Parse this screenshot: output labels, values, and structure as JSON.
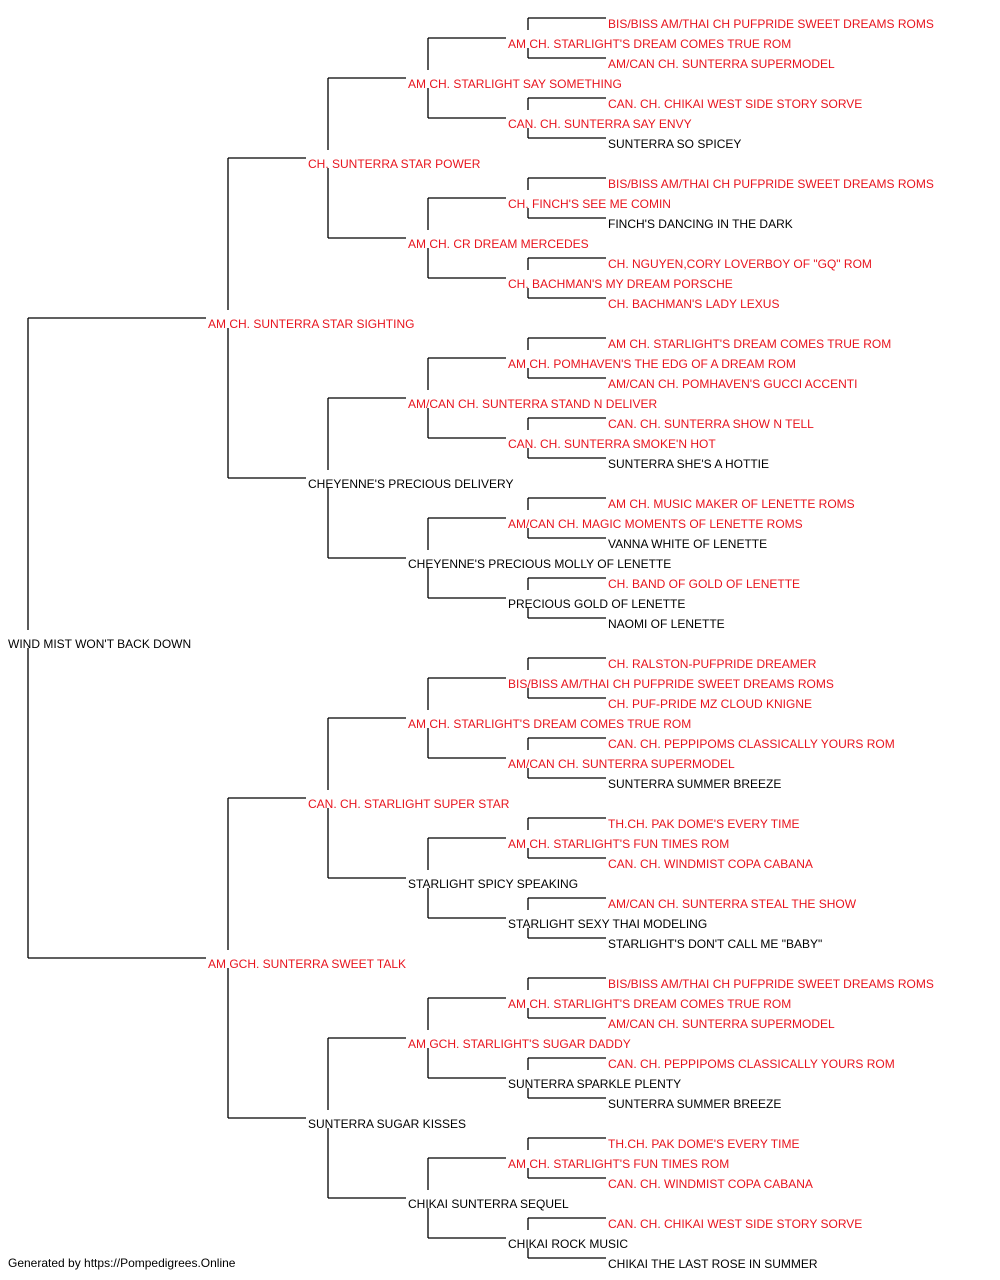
{
  "colors": {
    "titled": "#e8141e",
    "plain": "#000000",
    "line": "#000000"
  },
  "footer": "Generated by https://Pompedigrees.Online",
  "pedigree": {
    "name": "WIND MIST WON'T BACK DOWN",
    "titled": false,
    "sire": {
      "name": "AM CH. SUNTERRA STAR SIGHTING",
      "titled": true,
      "sire": {
        "name": "CH. SUNTERRA STAR POWER",
        "titled": true,
        "sire": {
          "name": "AM CH. STARLIGHT SAY SOMETHING",
          "titled": true,
          "sire": {
            "name": "AM CH. STARLIGHT'S DREAM COMES TRUE ROM",
            "titled": true,
            "sire": {
              "name": "BIS/BISS AM/THAI CH PUFPRIDE SWEET DREAMS ROMS",
              "titled": true
            },
            "dam": {
              "name": "AM/CAN CH. SUNTERRA SUPERMODEL",
              "titled": true
            }
          },
          "dam": {
            "name": "CAN. CH. SUNTERRA SAY ENVY",
            "titled": true,
            "sire": {
              "name": "CAN. CH. CHIKAI WEST SIDE STORY SORVE",
              "titled": true
            },
            "dam": {
              "name": "SUNTERRA SO SPICEY",
              "titled": false
            }
          }
        },
        "dam": {
          "name": "AM CH. CR DREAM MERCEDES",
          "titled": true,
          "sire": {
            "name": "CH. FINCH'S SEE ME COMIN",
            "titled": true,
            "sire": {
              "name": "BIS/BISS AM/THAI CH PUFPRIDE SWEET DREAMS ROMS",
              "titled": true
            },
            "dam": {
              "name": "FINCH'S DANCING IN THE DARK",
              "titled": false
            }
          },
          "dam": {
            "name": "CH. BACHMAN'S MY DREAM PORSCHE",
            "titled": true,
            "sire": {
              "name": "CH. NGUYEN,CORY LOVERBOY OF \"GQ\" ROM",
              "titled": true
            },
            "dam": {
              "name": "CH. BACHMAN'S LADY LEXUS",
              "titled": true
            }
          }
        }
      },
      "dam": {
        "name": "CHEYENNE'S PRECIOUS DELIVERY",
        "titled": false,
        "sire": {
          "name": "AM/CAN CH. SUNTERRA STAND N DELIVER",
          "titled": true,
          "sire": {
            "name": "AM CH. POMHAVEN'S THE EDG OF A DREAM ROM",
            "titled": true,
            "sire": {
              "name": "AM CH. STARLIGHT'S DREAM COMES TRUE ROM",
              "titled": true
            },
            "dam": {
              "name": "AM/CAN CH. POMHAVEN'S GUCCI ACCENTI",
              "titled": true
            }
          },
          "dam": {
            "name": "CAN. CH. SUNTERRA SMOKE'N HOT",
            "titled": true,
            "sire": {
              "name": "CAN. CH. SUNTERRA SHOW N TELL",
              "titled": true
            },
            "dam": {
              "name": "SUNTERRA SHE'S A HOTTIE",
              "titled": false
            }
          }
        },
        "dam": {
          "name": "CHEYENNE'S PRECIOUS MOLLY OF LENETTE",
          "titled": false,
          "sire": {
            "name": "AM/CAN CH. MAGIC MOMENTS OF LENETTE ROMS",
            "titled": true,
            "sire": {
              "name": "AM CH. MUSIC MAKER OF LENETTE ROMS",
              "titled": true
            },
            "dam": {
              "name": "VANNA WHITE OF LENETTE",
              "titled": false
            }
          },
          "dam": {
            "name": "PRECIOUS GOLD OF LENETTE",
            "titled": false,
            "sire": {
              "name": "CH. BAND OF GOLD OF LENETTE",
              "titled": true
            },
            "dam": {
              "name": "NAOMI OF LENETTE",
              "titled": false
            }
          }
        }
      }
    },
    "dam": {
      "name": "AM GCH. SUNTERRA SWEET TALK",
      "titled": true,
      "sire": {
        "name": "CAN. CH. STARLIGHT SUPER STAR",
        "titled": true,
        "sire": {
          "name": "AM CH. STARLIGHT'S DREAM COMES TRUE ROM",
          "titled": true,
          "sire": {
            "name": "BIS/BISS AM/THAI CH PUFPRIDE SWEET DREAMS ROMS",
            "titled": true,
            "sire": {
              "name": "CH. RALSTON-PUFPRIDE DREAMER",
              "titled": true
            },
            "dam": {
              "name": "CH. PUF-PRIDE MZ CLOUD KNIGNE",
              "titled": true
            }
          },
          "dam": {
            "name": "AM/CAN CH. SUNTERRA SUPERMODEL",
            "titled": true,
            "sire": {
              "name": "CAN. CH. PEPPIPOMS CLASSICALLY YOURS ROM",
              "titled": true
            },
            "dam": {
              "name": "SUNTERRA SUMMER BREEZE",
              "titled": false
            }
          }
        },
        "dam": {
          "name": "STARLIGHT SPICY SPEAKING",
          "titled": false,
          "sire": {
            "name": "AM CH. STARLIGHT'S FUN TIMES ROM",
            "titled": true,
            "sire": {
              "name": "TH.CH. PAK DOME'S EVERY TIME",
              "titled": true
            },
            "dam": {
              "name": "CAN. CH. WINDMIST COPA CABANA",
              "titled": true
            }
          },
          "dam": {
            "name": "STARLIGHT SEXY THAI MODELING",
            "titled": false,
            "sire": {
              "name": "AM/CAN CH. SUNTERRA STEAL THE SHOW",
              "titled": true
            },
            "dam": {
              "name": "STARLIGHT'S DON'T CALL ME \"BABY\"",
              "titled": false
            }
          }
        }
      },
      "dam": {
        "name": "SUNTERRA SUGAR KISSES",
        "titled": false,
        "sire": {
          "name": "AM GCH. STARLIGHT'S SUGAR DADDY",
          "titled": true,
          "sire": {
            "name": "AM CH. STARLIGHT'S DREAM COMES TRUE ROM",
            "titled": true,
            "sire": {
              "name": "BIS/BISS AM/THAI CH PUFPRIDE SWEET DREAMS ROMS",
              "titled": true
            },
            "dam": {
              "name": "AM/CAN CH. SUNTERRA SUPERMODEL",
              "titled": true
            }
          },
          "dam": {
            "name": "SUNTERRA SPARKLE PLENTY",
            "titled": false,
            "sire": {
              "name": "CAN. CH. PEPPIPOMS CLASSICALLY YOURS ROM",
              "titled": true
            },
            "dam": {
              "name": "SUNTERRA SUMMER BREEZE",
              "titled": false
            }
          }
        },
        "dam": {
          "name": "CHIKAI SUNTERRA SEQUEL",
          "titled": false,
          "sire": {
            "name": "AM CH. STARLIGHT'S FUN TIMES ROM",
            "titled": true,
            "sire": {
              "name": "TH.CH. PAK DOME'S EVERY TIME",
              "titled": true
            },
            "dam": {
              "name": "CAN. CH. WINDMIST COPA CABANA",
              "titled": true
            }
          },
          "dam": {
            "name": "CHIKAI ROCK MUSIC",
            "titled": false,
            "sire": {
              "name": "CAN. CH. CHIKAI WEST SIDE STORY SORVE",
              "titled": true
            },
            "dam": {
              "name": "CHIKAI THE LAST ROSE IN SUMMER",
              "titled": false
            }
          }
        }
      }
    }
  }
}
